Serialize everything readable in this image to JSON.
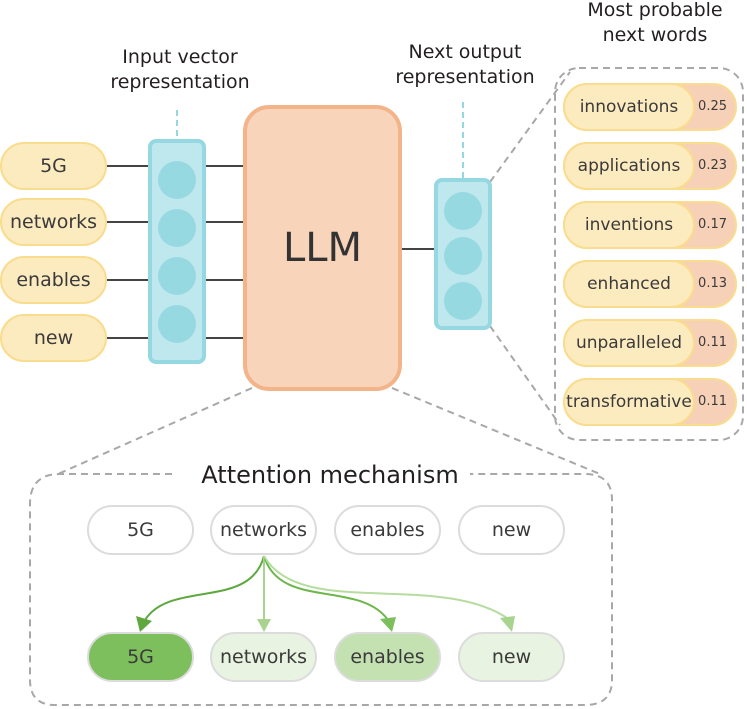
{
  "labels": {
    "input_vector": [
      "Input vector",
      "representation"
    ],
    "next_output": [
      "Next output",
      "representation"
    ],
    "most_probable": [
      "Most probable",
      "next words"
    ],
    "llm": "LLM",
    "attention_title": "Attention mechanism"
  },
  "input_tokens": [
    "5G",
    "networks",
    "enables",
    "new"
  ],
  "next_words": [
    {
      "word": "innovations",
      "prob": "0.25"
    },
    {
      "word": "applications",
      "prob": "0.23"
    },
    {
      "word": "inventions",
      "prob": "0.17"
    },
    {
      "word": "enhanced",
      "prob": "0.13"
    },
    {
      "word": "unparalleled",
      "prob": "0.11"
    },
    {
      "word": "transformative",
      "prob": "0.11"
    }
  ],
  "attention": {
    "query_tokens": [
      "5G",
      "networks",
      "enables",
      "new"
    ],
    "source_token": "networks",
    "target_tokens": [
      {
        "label": "5G",
        "weight": "high",
        "color": "#7dbf5d"
      },
      {
        "label": "networks",
        "weight": "low",
        "color": "#e8f3e1"
      },
      {
        "label": "enables",
        "weight": "medium",
        "color": "#c3e1b1"
      },
      {
        "label": "new",
        "weight": "low",
        "color": "#e8f3e1"
      }
    ]
  },
  "colors": {
    "token_fill": "#fdebc0",
    "token_border": "#f9dc8e",
    "prob_fill": "#f7d1b7",
    "llm_fill": "#f8d4bb",
    "llm_border": "#f4b48a",
    "vector_fill": "#bfe7ee",
    "vector_border": "#95d8e2",
    "arrow_strong": "#5fa83f",
    "arrow_medium": "#7dbf5d",
    "arrow_light": "#a8d490",
    "dashed": "#a8a8a8"
  }
}
